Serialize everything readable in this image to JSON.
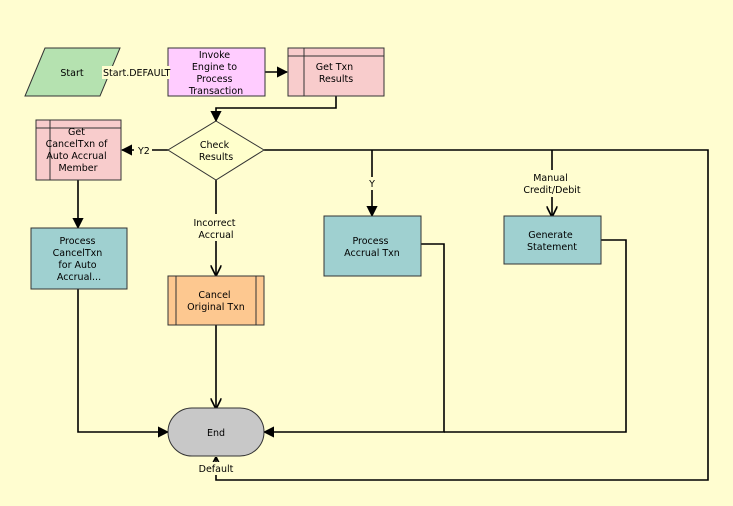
{
  "colors": {
    "background": "#fffdd0",
    "start": "#b5e2b0",
    "invoke": "#ffccff",
    "subprocess": "#f8cccc",
    "decision": "#ffffcc",
    "task": "#9fd0d0",
    "cancel": "#fdc890",
    "end": "#c8c8c8"
  },
  "nodes": {
    "start": {
      "lines": [
        "Start"
      ]
    },
    "invoke": {
      "lines": [
        "Invoke",
        "Engine to",
        "Process",
        "Transaction"
      ]
    },
    "get_txn": {
      "lines": [
        "Get Txn",
        "Results"
      ]
    },
    "check": {
      "lines": [
        "Check",
        "Results"
      ]
    },
    "get_cancel": {
      "lines": [
        "Get",
        "CancelTxn of",
        "Auto Accrual",
        "Member"
      ]
    },
    "process_cancel": {
      "lines": [
        "Process",
        "CancelTxn",
        "for Auto",
        "Accrual..."
      ]
    },
    "cancel_orig": {
      "lines": [
        "Cancel",
        "Original Txn"
      ]
    },
    "process_accrual": {
      "lines": [
        "Process",
        "Accrual Txn"
      ]
    },
    "generate": {
      "lines": [
        "Generate",
        "Statement"
      ]
    },
    "end": {
      "lines": [
        "End"
      ]
    }
  },
  "edge_labels": {
    "start_default": "Start.DEFAULT",
    "y2": "Y2",
    "y": "Y",
    "incorrect_accrual": [
      "Incorrect",
      "Accrual"
    ],
    "manual_credit_debit": [
      "Manual",
      "Credit/Debit"
    ],
    "default": "Default"
  }
}
